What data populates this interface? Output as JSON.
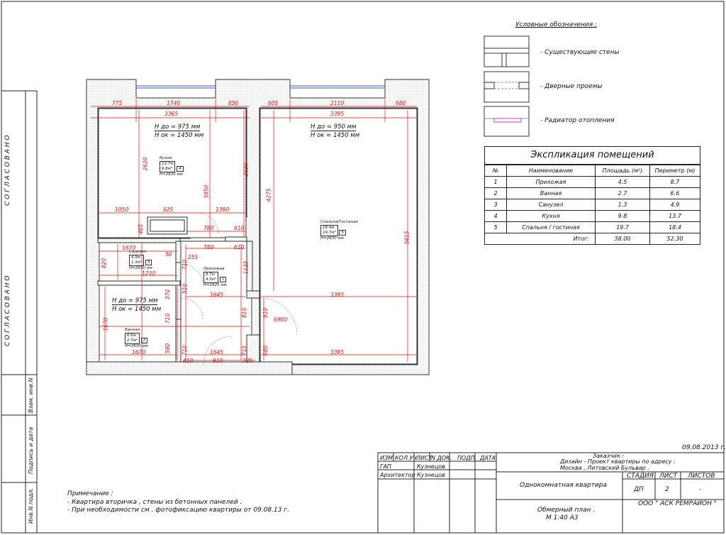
{
  "legend": {
    "title": "Условные обозначения :",
    "items": [
      {
        "icon": "existing-wall-icon",
        "label": "- Существующие стены"
      },
      {
        "icon": "door-opening-icon",
        "label": "- Дверные проемы"
      },
      {
        "icon": "radiator-icon",
        "label": "- Радиатор отопления"
      }
    ]
  },
  "explication": {
    "title": "Экспликация помещений",
    "headers": [
      "№",
      "Наименование",
      "Площадь (м²)",
      "Периметр (м)"
    ],
    "rows": [
      [
        "1",
        "Прихожая",
        "4.5",
        "8.7"
      ],
      [
        "2",
        "Ванная",
        "2.7",
        "6.6"
      ],
      [
        "3",
        "Санузел",
        "1.3",
        "4.9"
      ],
      [
        "4",
        "Кухня",
        "9.8",
        "13.7"
      ],
      [
        "5",
        "Спальня / гостиная",
        "19.7",
        "18.4"
      ]
    ],
    "total_label": "Итог:",
    "total_area": "38.00",
    "total_perimeter": "52.30"
  },
  "date": "09.08.2013 г.",
  "notes": {
    "heading": "Примечание :",
    "line1": "- Квартира вторичка , стены из бетонных панелей .",
    "line2": "- При необходимости см . фотофиксацию квартиры от   09.08.13 г."
  },
  "stamps": {
    "agreed1": "С О Г Л А С О В А Н О",
    "agreed2": "С О Г Л А С О В А Н О",
    "vzam": "Взам. инв.N",
    "podpis": "Подпись и дата",
    "inv": "Инв.N подл."
  },
  "title_block": {
    "cols": [
      "ИЗМ.",
      "КОЛ.УЧ",
      "ЛИСТ",
      "N ДОК.",
      "ПОДП.",
      "ДАТА"
    ],
    "row1_role": "ГАП",
    "row1_name": "Кузнецов",
    "row2_role": "Архитектор",
    "row2_name": "Кузнецов",
    "customer_label": "Заказчик :",
    "project": "Дизайн - Проект квартиры по адресу :",
    "address": "Москва , Литовский Бульвар .",
    "object": "Однокомнатная квартира",
    "sheet_title1": "Обмерный план .",
    "sheet_title2": "М 1:40 А3",
    "stage_label": "СТАДИЯ",
    "sheet_label": "ЛИСТ",
    "sheets_label": "ЛИСТОВ",
    "stage": "ДП",
    "sheet": "2",
    "sheets": "-",
    "company": "ООО \" АСК РЕМРАЙОН \""
  },
  "plan": {
    "dims": {
      "d775": "775",
      "d1740": "1740",
      "d850": "850",
      "d3365": "3365",
      "d605": "605",
      "d2110": "2110",
      "d680": "680",
      "d3395top": "3395",
      "d2620": "2620",
      "d5850": "5850",
      "d3030": "3030",
      "d4275": "4275",
      "d5815": "5815",
      "d1050": "1050",
      "d925": "925",
      "d1390": "1390",
      "d465": "465",
      "d780a": "780",
      "d610a": "610",
      "d1670a": "1670",
      "d780b": "780",
      "d610b": "610",
      "d50": "50",
      "d255": "255",
      "d820": "820",
      "d710a": "710",
      "d1230": "1230",
      "d1125": "1125",
      "d370": "370",
      "d510": "510",
      "d1645a": "1645",
      "d3395mid": "3395",
      "d1670v": "1670",
      "d710b": "710",
      "d910a": "910",
      "d910b": "910",
      "d6900": "6900",
      "d590": "590",
      "d710c": "710",
      "d1645b": "1645",
      "d715": "715",
      "d680b": "680",
      "d1670b": "1670",
      "d3395bot": "3395",
      "d410": "410",
      "d910c": "910",
      "d325": "325"
    },
    "heights": {
      "kitchen_h": "H до = 975 мм",
      "kitchen_n": "Н ок = 1450 мм",
      "bed_h": "H до = 950 мм",
      "bed_n": "Н ок = 1450 мм",
      "bath_h": "H до = 975 мм",
      "bath_n": "Н ок = 1450 мм"
    },
    "rooms": {
      "kitchen_name": "Кухня",
      "kitchen_per": "13.7м",
      "kitchen_area": "9.8м²",
      "kitchen_no": "4",
      "kitchen_hh": "H=2630 мм",
      "bed_name": "Спальня/Гостиная",
      "bed_per": "18.4м",
      "bed_area": "19.7м²",
      "bed_no": "5",
      "bed_hh": "H=2630 мм",
      "wc_name": "Санузел",
      "wc_per": "4.9м",
      "wc_area": "1.3м²",
      "wc_no": "3",
      "wc_hh": "H=2630 мм",
      "hall_name": "Прихожая",
      "hall_per": "8.7м",
      "hall_area": "4.5м²",
      "hall_no": "1",
      "hall_hh": "H=2625 мм",
      "bath_name": "Ванная",
      "bath_per": "6.6м",
      "bath_area": "2.7м²",
      "bath_no": "2",
      "bath_hh": "H=2630 мм"
    }
  }
}
